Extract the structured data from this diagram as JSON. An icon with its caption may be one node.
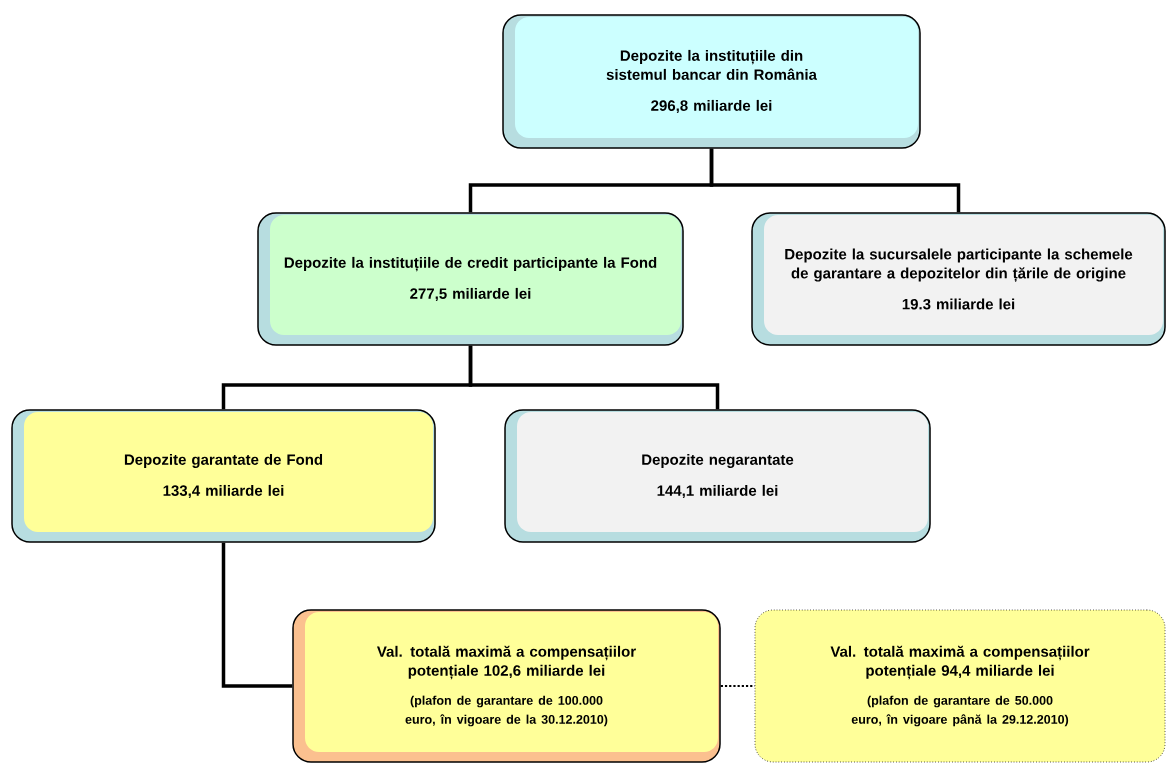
{
  "diagram": {
    "nodes": [
      {
        "text": [
          "Depozite la instituțiile din sistemul bancar din România",
          "296,8 miliarde lei"
        ]
      },
      {
        "text": [
          "Depozite la instituțiile de credit participante la Fond",
          "277,5 miliarde lei"
        ]
      },
      {
        "text": [
          "Depozite la sucursalele participante la schemele de garantare a depozitelor din țările de origine",
          "19.3 miliarde lei"
        ]
      },
      {
        "text": [
          "Depozite garantate de Fond",
          "133,4 miliarde lei"
        ]
      },
      {
        "text": [
          "Depozite negarantate",
          "144,1 miliarde lei"
        ]
      },
      {
        "text": [
          "Val. totală maximă a compensațiilor potențiale 102,6 miliarde lei",
          "(plafon de garantare de 100.000 euro, în vigoare de la 30.12.2010)"
        ]
      },
      {
        "text": [
          "Val. totală maximă a compensațiilor potențiale 94,4 miliarde lei",
          "(plafon de garantare de 50.000 euro, în vigoare până la 29.12.2010)"
        ]
      }
    ],
    "edges": [
      {
        "from": 0,
        "to": 1,
        "arrow": "none"
      },
      {
        "from": 0,
        "to": 2,
        "arrow": "none"
      },
      {
        "from": 1,
        "to": 3,
        "arrow": "none"
      },
      {
        "from": 1,
        "to": 4,
        "arrow": "none"
      },
      {
        "from": 3,
        "to": 5,
        "arrow": "none"
      },
      {
        "from": 5,
        "to": 6,
        "arrow": "none",
        "style": "dashed"
      }
    ]
  }
}
